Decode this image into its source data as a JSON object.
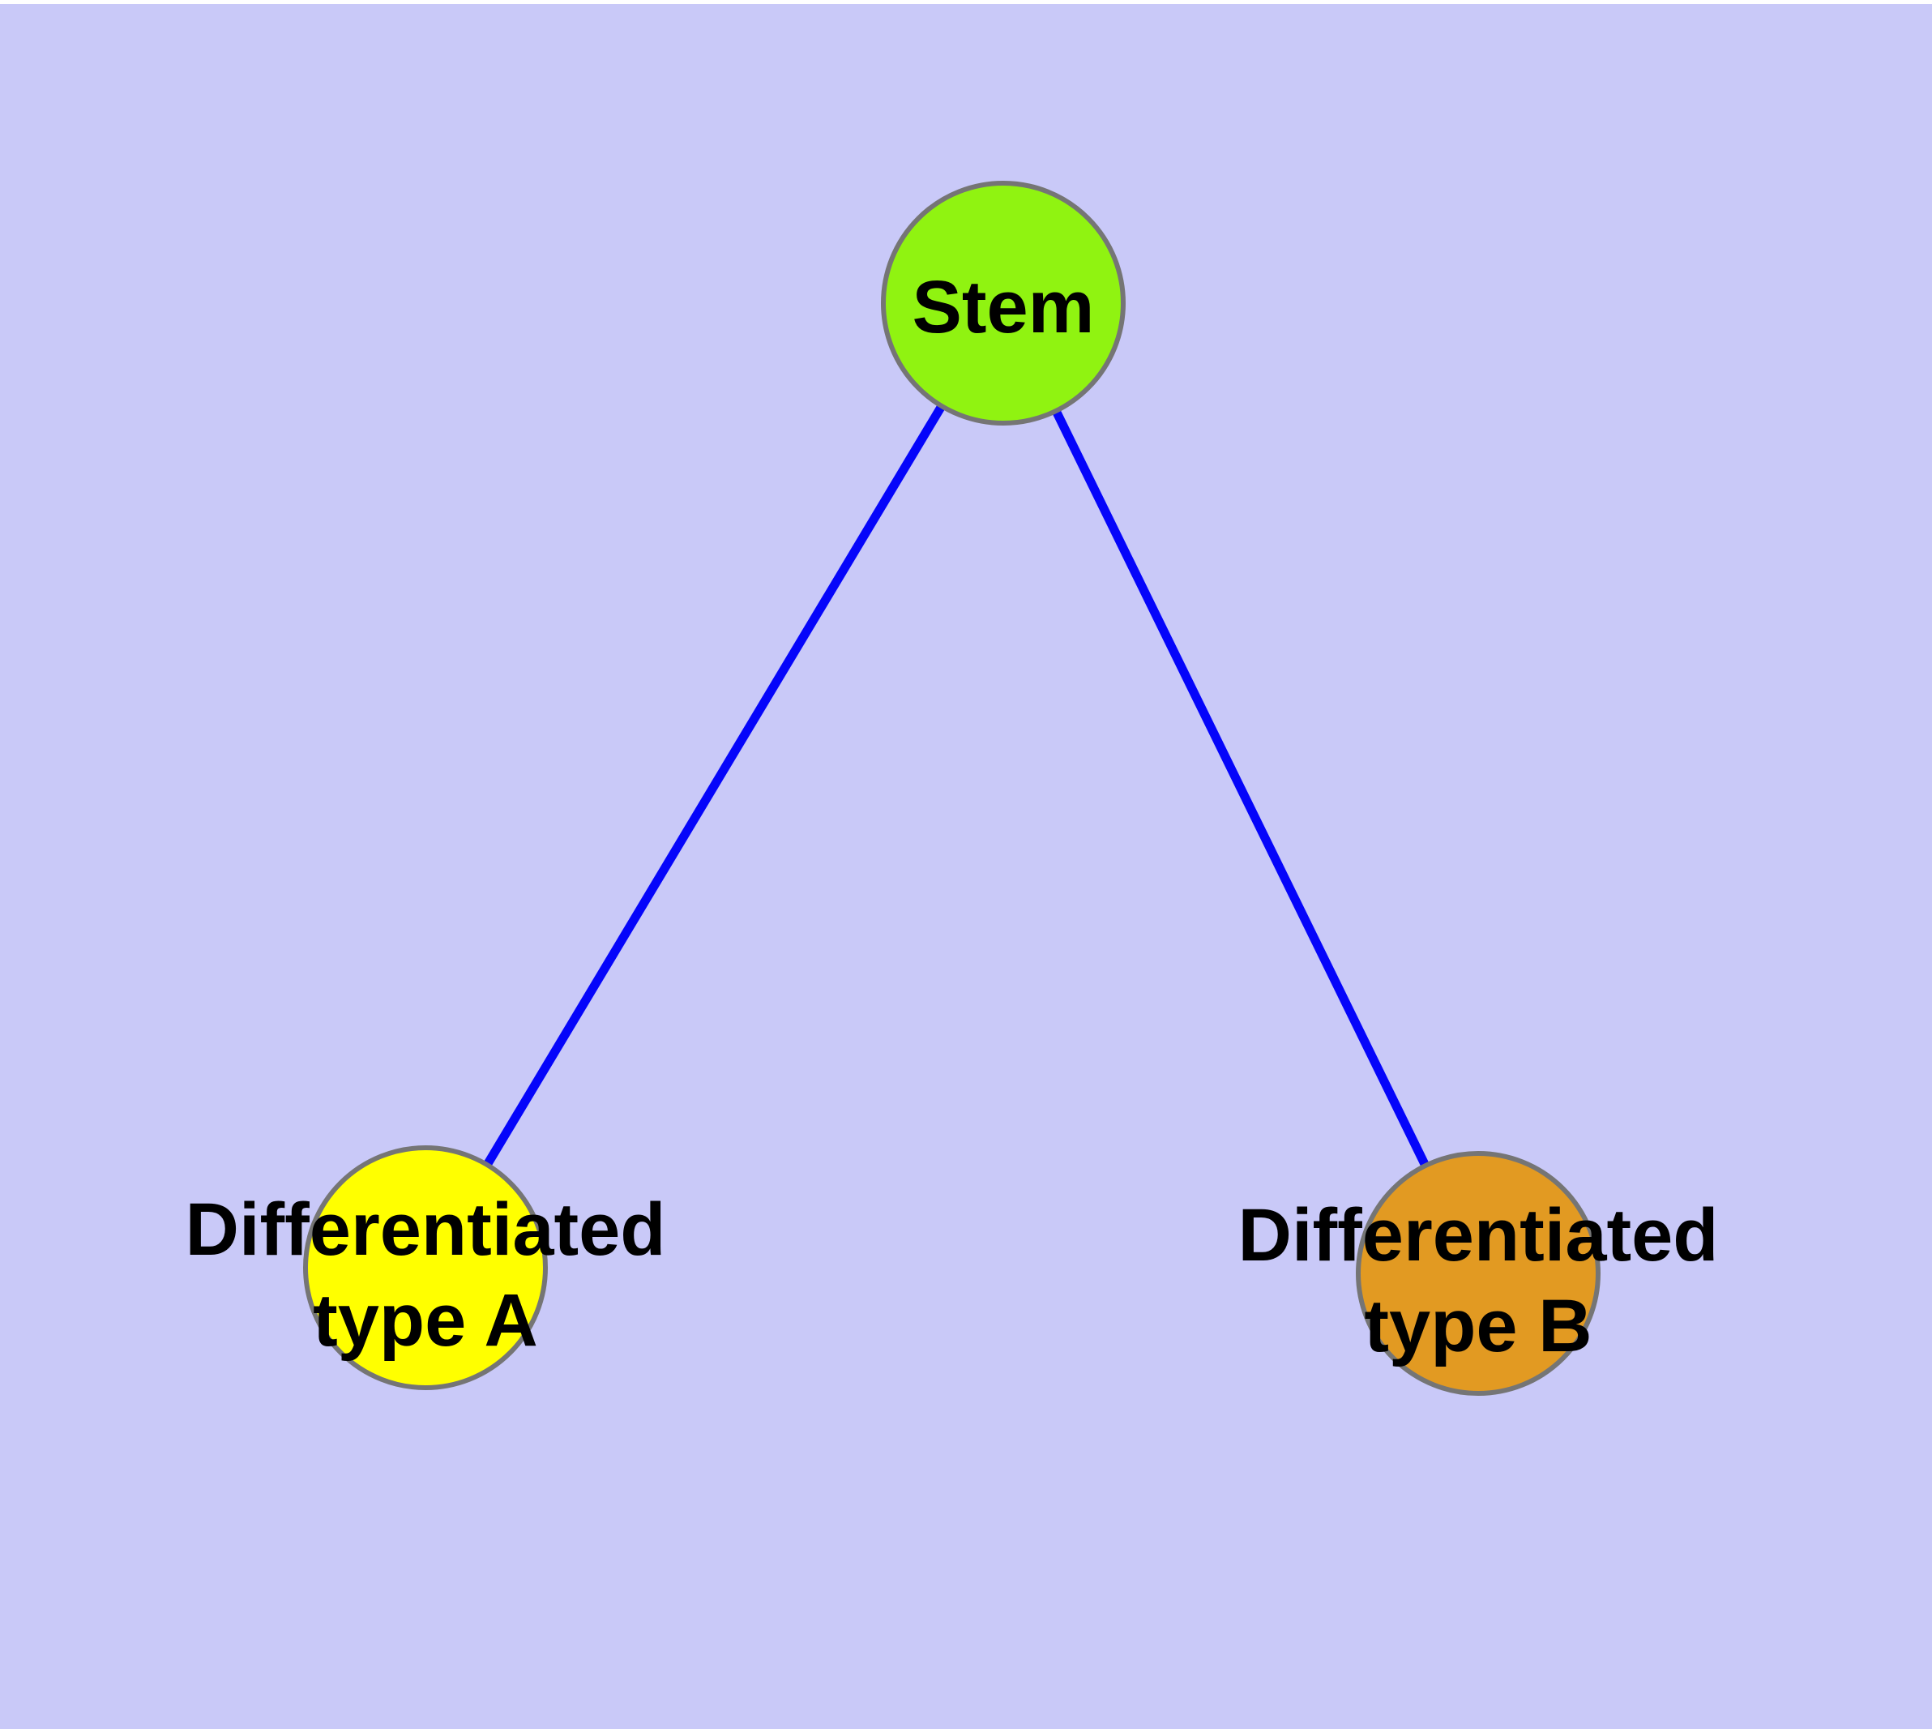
{
  "diagram": {
    "background_color": "#C9C9F8",
    "border_strip_color": "#FFFFFF",
    "edge_color": "#0505FA",
    "node_border_color": "#757575",
    "label_color": "#000000",
    "nodes": {
      "stem": {
        "label": "Stem",
        "fill": "#90F311"
      },
      "type_a": {
        "label_line1": "Differentiated",
        "label_line2": "type A",
        "fill": "#FFFF00"
      },
      "type_b": {
        "label_line1": "Differentiated",
        "label_line2": "type B",
        "fill": "#E29A22"
      }
    },
    "edges": [
      {
        "from": "Stem",
        "to": "Differentiated type A"
      },
      {
        "from": "Stem",
        "to": "Differentiated type B"
      }
    ]
  }
}
